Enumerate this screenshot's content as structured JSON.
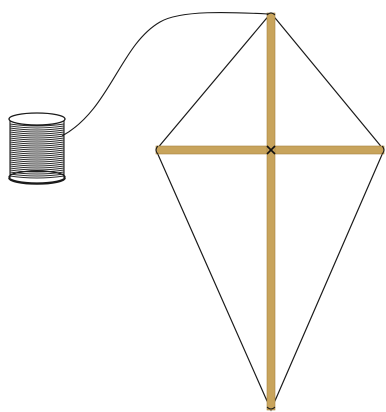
{
  "diagram": {
    "subject": "kite-with-string-spool",
    "colors": {
      "background": "#ffffff",
      "stick": "#c8a45c",
      "stick_edge": "#a98640",
      "outline": "#1a1a1a",
      "spool_body": "#ffffff",
      "spool_thread": "#2b2b2b",
      "cross_mark": "#111111"
    },
    "parts": [
      {
        "id": "kite-outline",
        "kind": "sail-edge"
      },
      {
        "id": "vertical-spar",
        "kind": "stick"
      },
      {
        "id": "horizontal-spar",
        "kind": "stick"
      },
      {
        "id": "center-cross",
        "kind": "joint-mark"
      },
      {
        "id": "kite-string",
        "kind": "string"
      },
      {
        "id": "string-spool",
        "kind": "spool"
      }
    ]
  }
}
